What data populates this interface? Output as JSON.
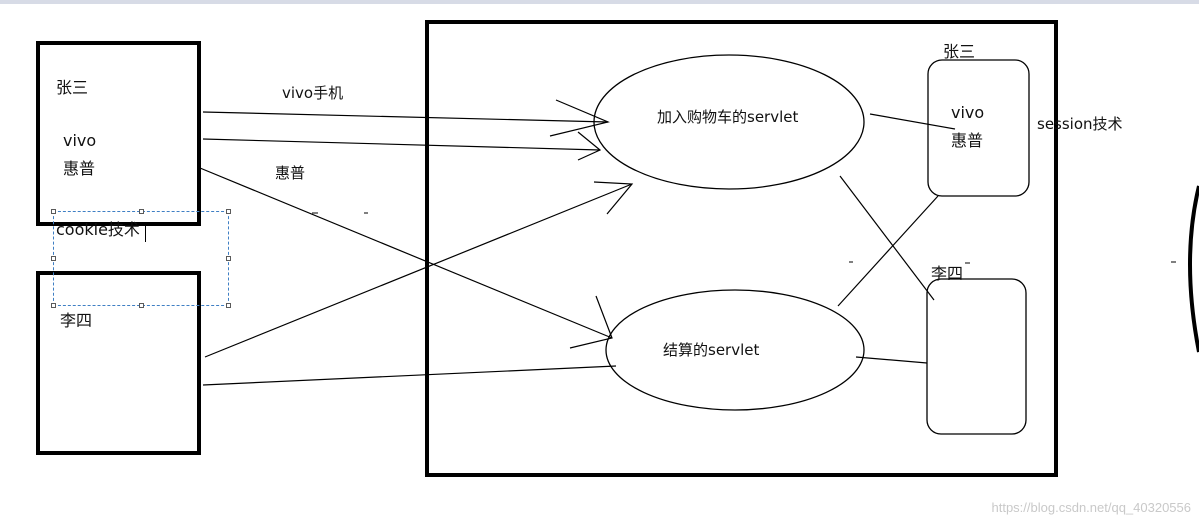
{
  "client_a": {
    "name": "张三",
    "items": [
      "vivo",
      "惠普"
    ]
  },
  "client_b": {
    "name": "李四"
  },
  "cookie_label": "cookie技术",
  "arrow_labels": {
    "vivo_phone": "vivo手机",
    "hp": "惠普"
  },
  "servlets": {
    "add_cart": "加入购物车的servlet",
    "checkout": "结算的servlet"
  },
  "sessions": {
    "a": {
      "name": "张三",
      "items": [
        "vivo",
        "惠普"
      ]
    },
    "b": {
      "name": "李四"
    }
  },
  "session_label": "session技术",
  "watermark": "https://blog.csdn.net/qq_40320556",
  "colors": {
    "stroke": "#000000",
    "selection": "#3f7fc4",
    "watermark": "#c9c9c9"
  }
}
